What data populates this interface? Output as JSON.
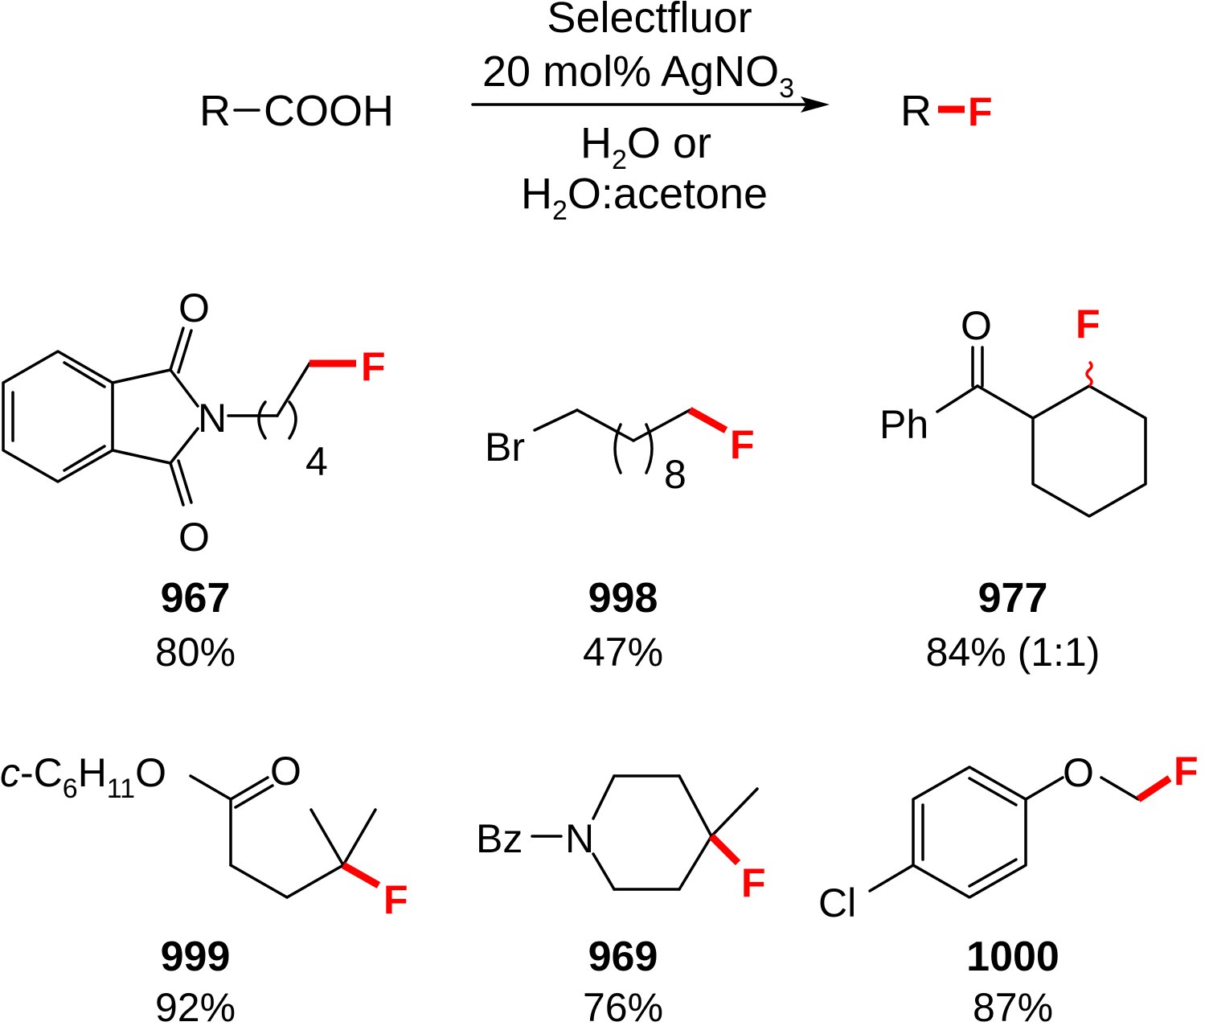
{
  "colors": {
    "fluorine": "#ff0000",
    "ink": "#000000"
  },
  "scheme": {
    "reactant": {
      "r": "R",
      "cooh": "COOH"
    },
    "reagents": {
      "line1": "Selectfluor",
      "line2_prefix": "20 mol% AgNO",
      "line2_sub": "3",
      "line3_h": "H",
      "line3_sub": "2",
      "line3_rest": "O or",
      "line4_h": "H",
      "line4_sub": "2",
      "line4_rest": "O:acetone"
    },
    "product": {
      "r": "R",
      "f": "F"
    }
  },
  "compounds": [
    {
      "id": "967",
      "yield": "80%",
      "labels": {
        "o_top": "O",
        "o_bottom": "O",
        "n": "N",
        "repeat": "4",
        "f": "F"
      }
    },
    {
      "id": "998",
      "yield": "47%",
      "labels": {
        "br": "Br",
        "repeat": "8",
        "f": "F"
      }
    },
    {
      "id": "977",
      "yield": "84% (1:1)",
      "labels": {
        "o": "O",
        "ph": "Ph",
        "f": "F"
      }
    },
    {
      "id": "999",
      "yield": "92%",
      "labels": {
        "c": "c",
        "dash_c": "-C",
        "six": "6",
        "h": "H",
        "eleven": "11",
        "o_ester": "O",
        "o_carbonyl": "O",
        "f": "F"
      }
    },
    {
      "id": "969",
      "yield": "76%",
      "labels": {
        "bz": "Bz",
        "n": "N",
        "f": "F"
      }
    },
    {
      "id": "1000",
      "yield": "87%",
      "labels": {
        "o": "O",
        "cl": "Cl",
        "f": "F"
      }
    }
  ]
}
